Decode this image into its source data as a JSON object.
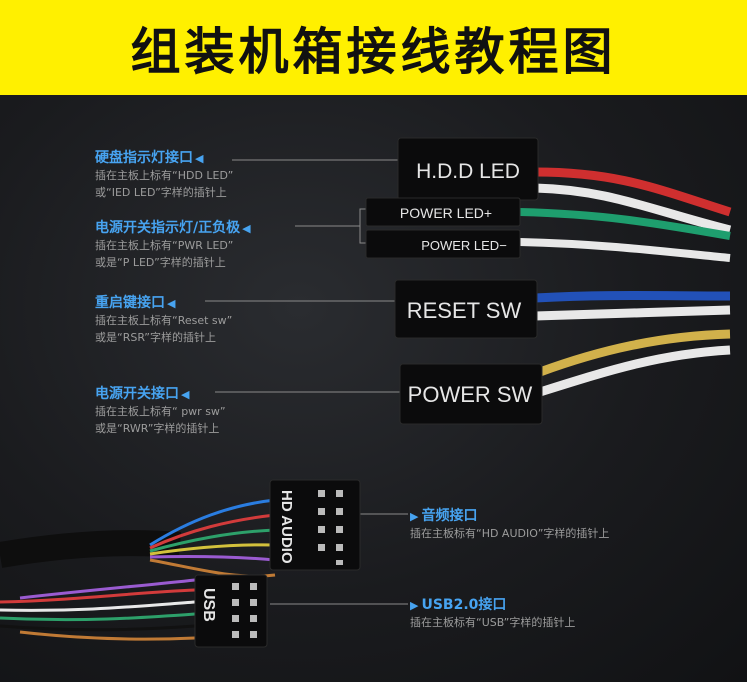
{
  "title": "组装机箱接线教程图",
  "labels": [
    {
      "title": "硬盘指示灯接口",
      "line1": "插在主板上标有“HDD LED”",
      "line2": "或“IED LED”字样的插针上"
    },
    {
      "title": "电源开关指示灯/正负极",
      "line1": "插在主板上标有“PWR LED”",
      "line2": "或是“P LED”字样的插针上"
    },
    {
      "title": "重启键接口",
      "line1": "插在主板上标有“Reset sw”",
      "line2": "或是“RSR”字样的插针上"
    },
    {
      "title": "电源开关接口",
      "line1": "插在主板上标有“ pwr sw”",
      "line2": "或是“RWR”字样的插针上"
    }
  ],
  "right_labels": [
    {
      "title": "音频接口",
      "line1": "插在主板标有“HD AUDIO”字样的插针上"
    },
    {
      "title": "USB2.0接口",
      "line1": "插在主板标有“USB”字样的插针上"
    }
  ],
  "connectors": {
    "hdd": "H.D.D LED",
    "power_led_plus": "POWER LED+",
    "power_led_minus": "POWER LED−",
    "reset": "RESET SW",
    "power_sw": "POWER SW",
    "hd_audio": "HD AUDIO",
    "usb": "USB"
  },
  "icons": {
    "arrow": "triangle-pointer-icon"
  },
  "colors": {
    "banner": "#fff000",
    "label_blue": "#47a3f0"
  }
}
